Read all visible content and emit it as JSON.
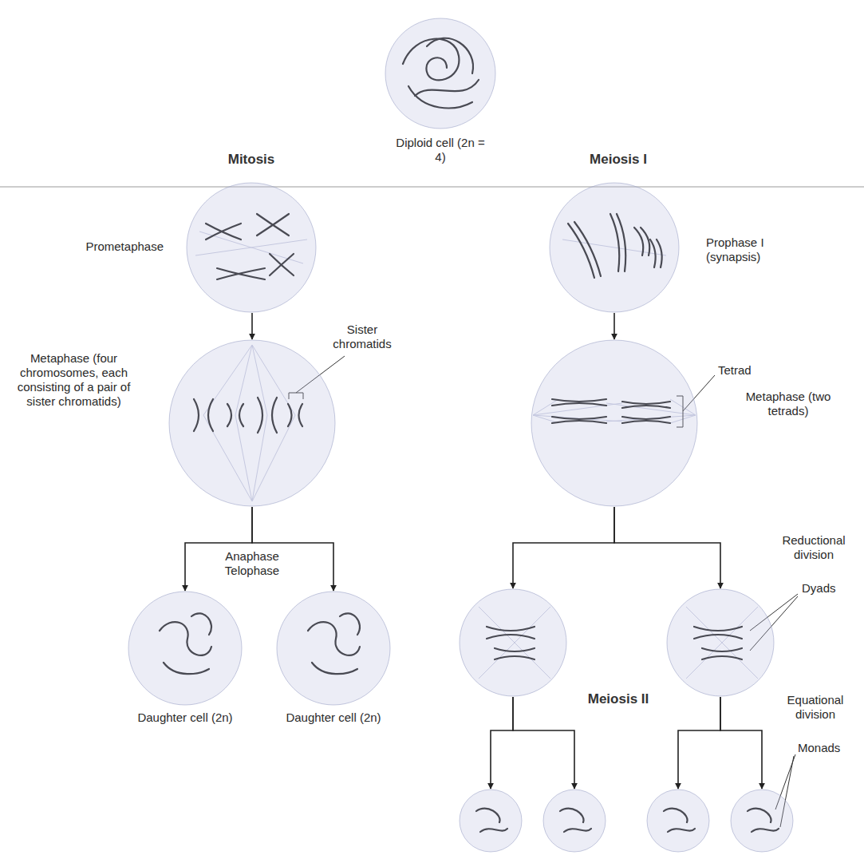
{
  "diagram": {
    "nodes": [
      {
        "text": [
          "Diploid cell (2n = 4)"
        ]
      },
      {
        "text": [
          "Prometaphase"
        ]
      },
      {
        "text": [
          "Prophase I (synapsis)"
        ]
      },
      {
        "text": [
          "Metaphase (four chromosomes, each consisting of a pair of sister chromatids)"
        ]
      },
      {
        "text": [
          "Metaphase (two tetrads)"
        ]
      },
      {
        "text": [
          "Daughter cell (2n)"
        ]
      },
      {
        "text": [
          "Daughter cell (2n)"
        ]
      },
      {
        "text": []
      },
      {
        "text": []
      },
      {
        "text": []
      },
      {
        "text": []
      },
      {
        "text": []
      },
      {
        "text": []
      }
    ],
    "edges": [
      {
        "from": 1,
        "to": 3,
        "arrow": "to"
      },
      {
        "from": 2,
        "to": 4,
        "arrow": "to"
      },
      {
        "from": 3,
        "to": 5,
        "arrow": "to"
      },
      {
        "from": 3,
        "to": 6,
        "arrow": "to"
      },
      {
        "from": 4,
        "to": 7,
        "arrow": "to"
      },
      {
        "from": 4,
        "to": 8,
        "arrow": "to"
      },
      {
        "from": 7,
        "to": 9,
        "arrow": "to"
      },
      {
        "from": 7,
        "to": 10,
        "arrow": "to"
      },
      {
        "from": 8,
        "to": 11,
        "arrow": "to"
      },
      {
        "from": 8,
        "to": 12,
        "arrow": "to"
      }
    ],
    "labels": [
      "Mitosis",
      "Meiosis I",
      "Sister chromatids",
      "Tetrad",
      "Anaphase Telophase",
      "Reductional division",
      "Dyads",
      "Meiosis II",
      "Equational division",
      "Monads"
    ]
  }
}
